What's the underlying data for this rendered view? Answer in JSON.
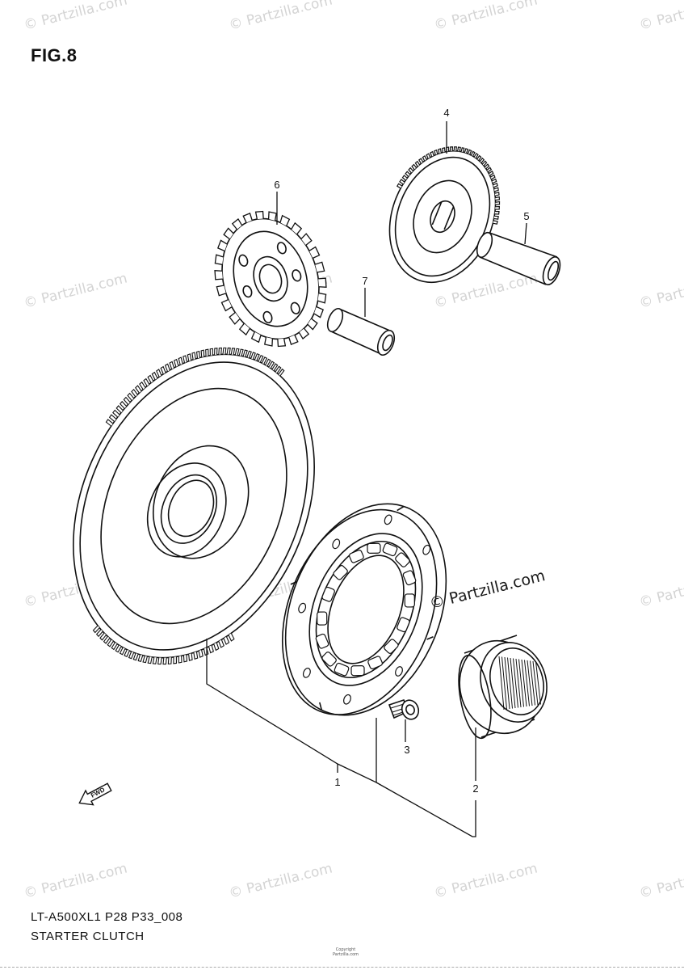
{
  "figure": {
    "title": "FIG.8"
  },
  "footer": {
    "model_code": "LT-A500XL1 P28 P33_008",
    "section_name": "STARTER CLUTCH",
    "copyright": "Copyright\nPartzilla.com"
  },
  "brand_stamp": "© Partzilla.com",
  "watermark_text": "© Partzilla.com",
  "direction_marker": {
    "label": "FWD",
    "icon": "arrow-left-icon"
  },
  "callouts": [
    {
      "id": "1",
      "part": "starter-clutch-gear-assembly"
    },
    {
      "id": "2",
      "part": "bearing"
    },
    {
      "id": "3",
      "part": "bolt"
    },
    {
      "id": "4",
      "part": "idle-gear"
    },
    {
      "id": "5",
      "part": "shaft"
    },
    {
      "id": "6",
      "part": "gear"
    },
    {
      "id": "7",
      "part": "shaft"
    }
  ],
  "colors": {
    "line": "#111111",
    "watermark": "#d4d4d4",
    "background": "#ffffff"
  }
}
